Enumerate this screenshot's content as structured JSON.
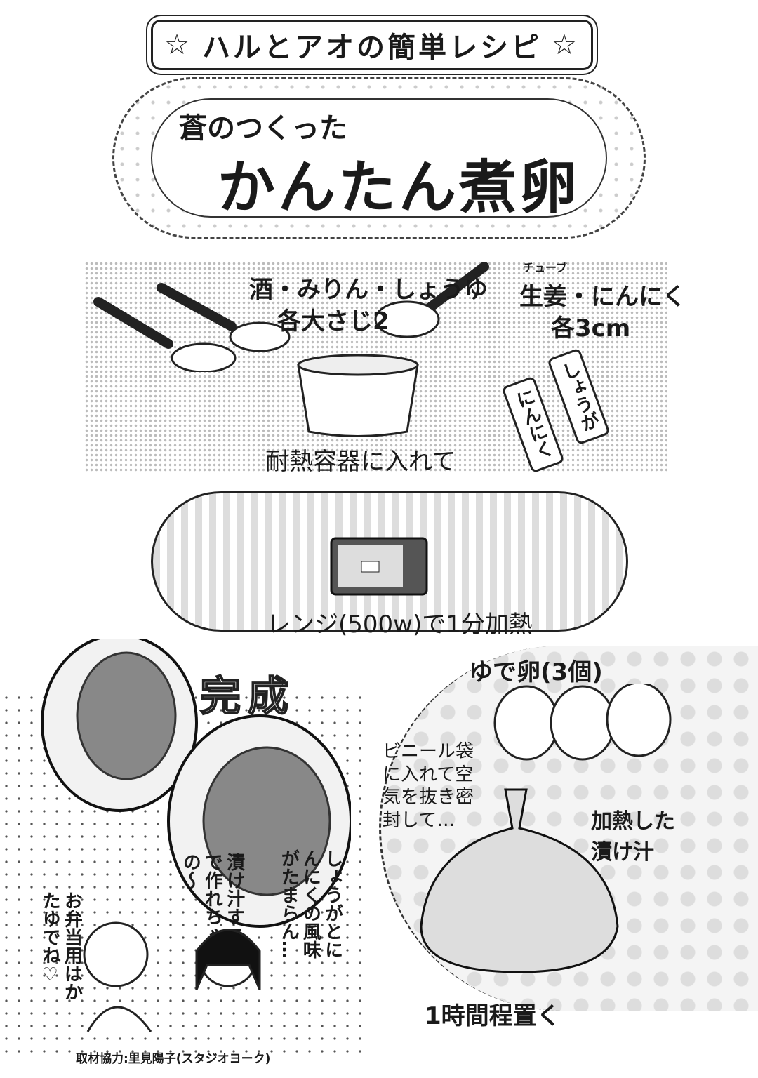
{
  "header": {
    "series_title": "ハルとアオの簡単レシピ",
    "star_left": "☆",
    "star_right": "☆"
  },
  "title": {
    "line1": "蒼のつくった",
    "line2": "かんたん煮卵"
  },
  "step1": {
    "liquids": "酒・みりん・しょうゆ",
    "liquids_amount": "各大さじ2",
    "tube_label": "チューブ",
    "aromatics": "生姜・にんにく",
    "aromatics_amount": "各3cm",
    "tube_ginger": "しょうが",
    "tube_garlic": "にんにく",
    "caption": "耐熱容器に入れて"
  },
  "step2": {
    "caption": "レンジ(500w)で1分加熱"
  },
  "step3": {
    "eggs": "ゆで卵(3個)",
    "bag_text": "ビニール袋に入れて空気を抜き密封して…",
    "marinade": "加熱した漬け汁",
    "caption": "1時間程置く"
  },
  "finish": {
    "label": "完成"
  },
  "comments": [
    "お弁当用はかたゆでね♡",
    "漬け汁すこしで作れちゃうの〜",
    "しょうがとにんにくの風味がたまらん…"
  ],
  "credit": "取材協力:里見陽子(スタジオヨーク)"
}
